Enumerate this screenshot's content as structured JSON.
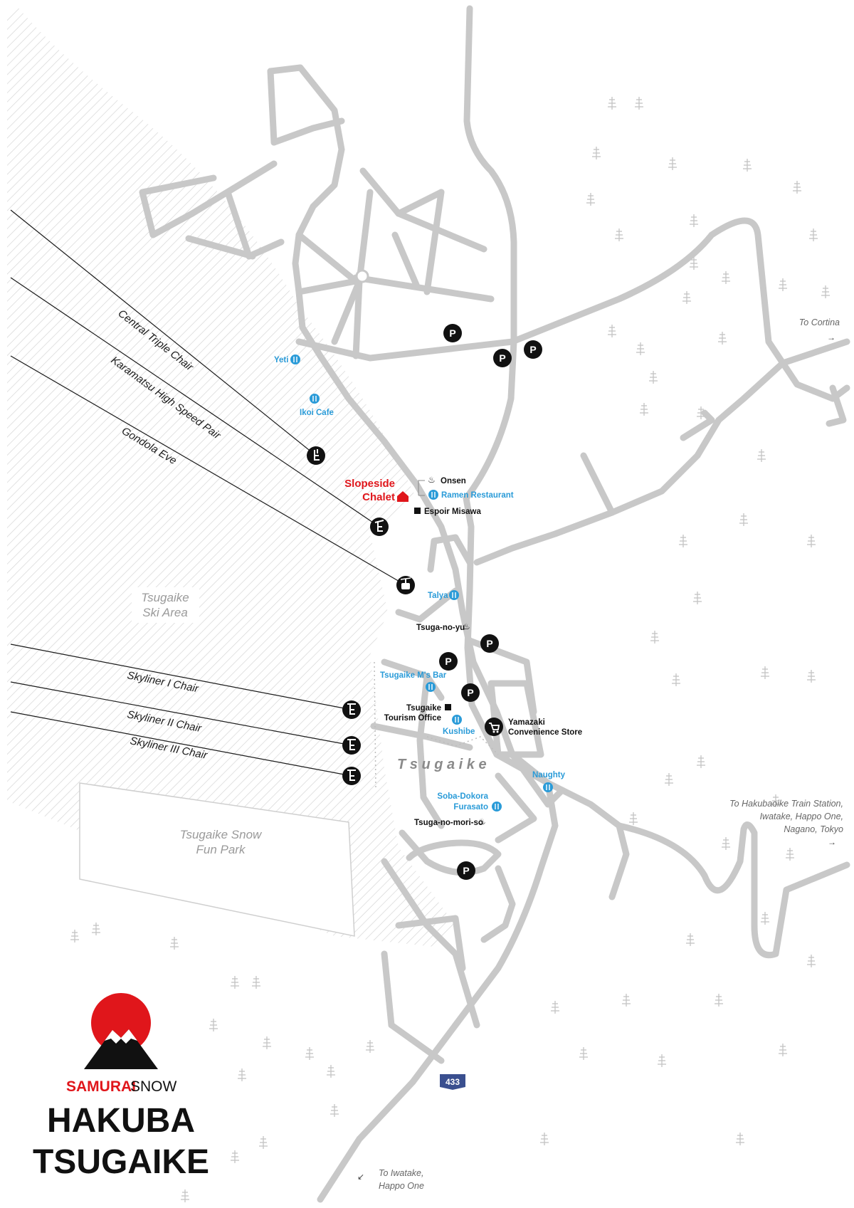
{
  "map": {
    "lifts": [
      {
        "name": "Central Triple Chair",
        "icon": "chairlift-icon"
      },
      {
        "name": "Karamatsu High Speed Pair",
        "icon": "chairlift-icon"
      },
      {
        "name": "Gondola Eve",
        "icon": "gondola-icon"
      },
      {
        "name": "Skyliner I Chair",
        "icon": "chairlift-icon"
      },
      {
        "name": "Skyliner II Chair",
        "icon": "chairlift-icon"
      },
      {
        "name": "Skyliner III Chair",
        "icon": "chairlift-icon"
      }
    ],
    "areas": {
      "ski_area": [
        "Tsugaike",
        "Ski Area"
      ],
      "fun_park": [
        "Tsugaike Snow",
        "Fun Park"
      ],
      "village": "T s u g a i k e"
    },
    "pois": {
      "yeti": "Yeti",
      "ikoi_cafe": "Ikoi Cafe",
      "slopeside_chalet": [
        "Slopeside",
        "Chalet"
      ],
      "onsen": "Onsen",
      "ramen_restaurant": "Ramen Restaurant",
      "espoir_misawa": "Espoir Misawa",
      "talya": "Talya",
      "tsuga_no_yu": "Tsuga-no-yu",
      "tsugaike_ms_bar": "Tsugaike M's Bar",
      "tourism_office": [
        "Tsugaike",
        "Tourism Office"
      ],
      "kushibe": "Kushibe",
      "yamazaki": [
        "Yamazaki",
        "Convenience Store"
      ],
      "naughty": "Naughty",
      "soba_dokora": [
        "Soba-Dokora",
        "Furasato"
      ],
      "tsuga_no_mori_so": "Tsuga-no-mori-so"
    },
    "parking_symbol": "P",
    "route_number": "433",
    "directions": {
      "cortina": "To Cortina",
      "hakubaoike": [
        "To Hakubaoike Train Station,",
        "Iwatake, Happo One,",
        "Nagano, Tokyo"
      ],
      "iwatake": [
        "To Iwatake,",
        "Happo One"
      ]
    },
    "colors": {
      "road": "#c8c8c8",
      "restaurant": "#2a9bd8",
      "chalet": "#e0161b",
      "black": "#111111"
    }
  },
  "logo": {
    "brand_a": "SAMURAI",
    "brand_b": "SNOW",
    "title_line1": "HAKUBA",
    "title_line2": "TSUGAIKE",
    "colors": {
      "sun": "#e0161b",
      "mountain": "#111111"
    }
  }
}
